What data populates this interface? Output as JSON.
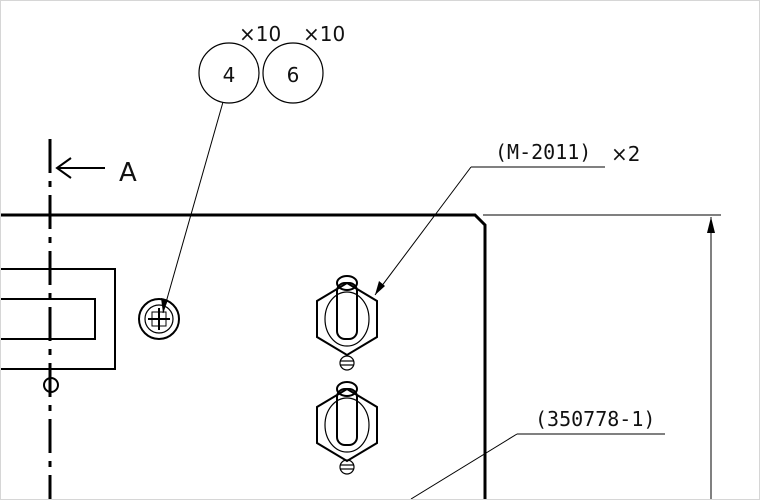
{
  "balloons": {
    "left": {
      "number": "4",
      "qty": "×10"
    },
    "right": {
      "number": "6",
      "qty": "×10"
    }
  },
  "section_view": {
    "label": "A"
  },
  "callouts": {
    "switch_part": {
      "label": "(M-2011)",
      "qty": "×2"
    },
    "connector_part": {
      "label": "(350778-1)"
    }
  }
}
